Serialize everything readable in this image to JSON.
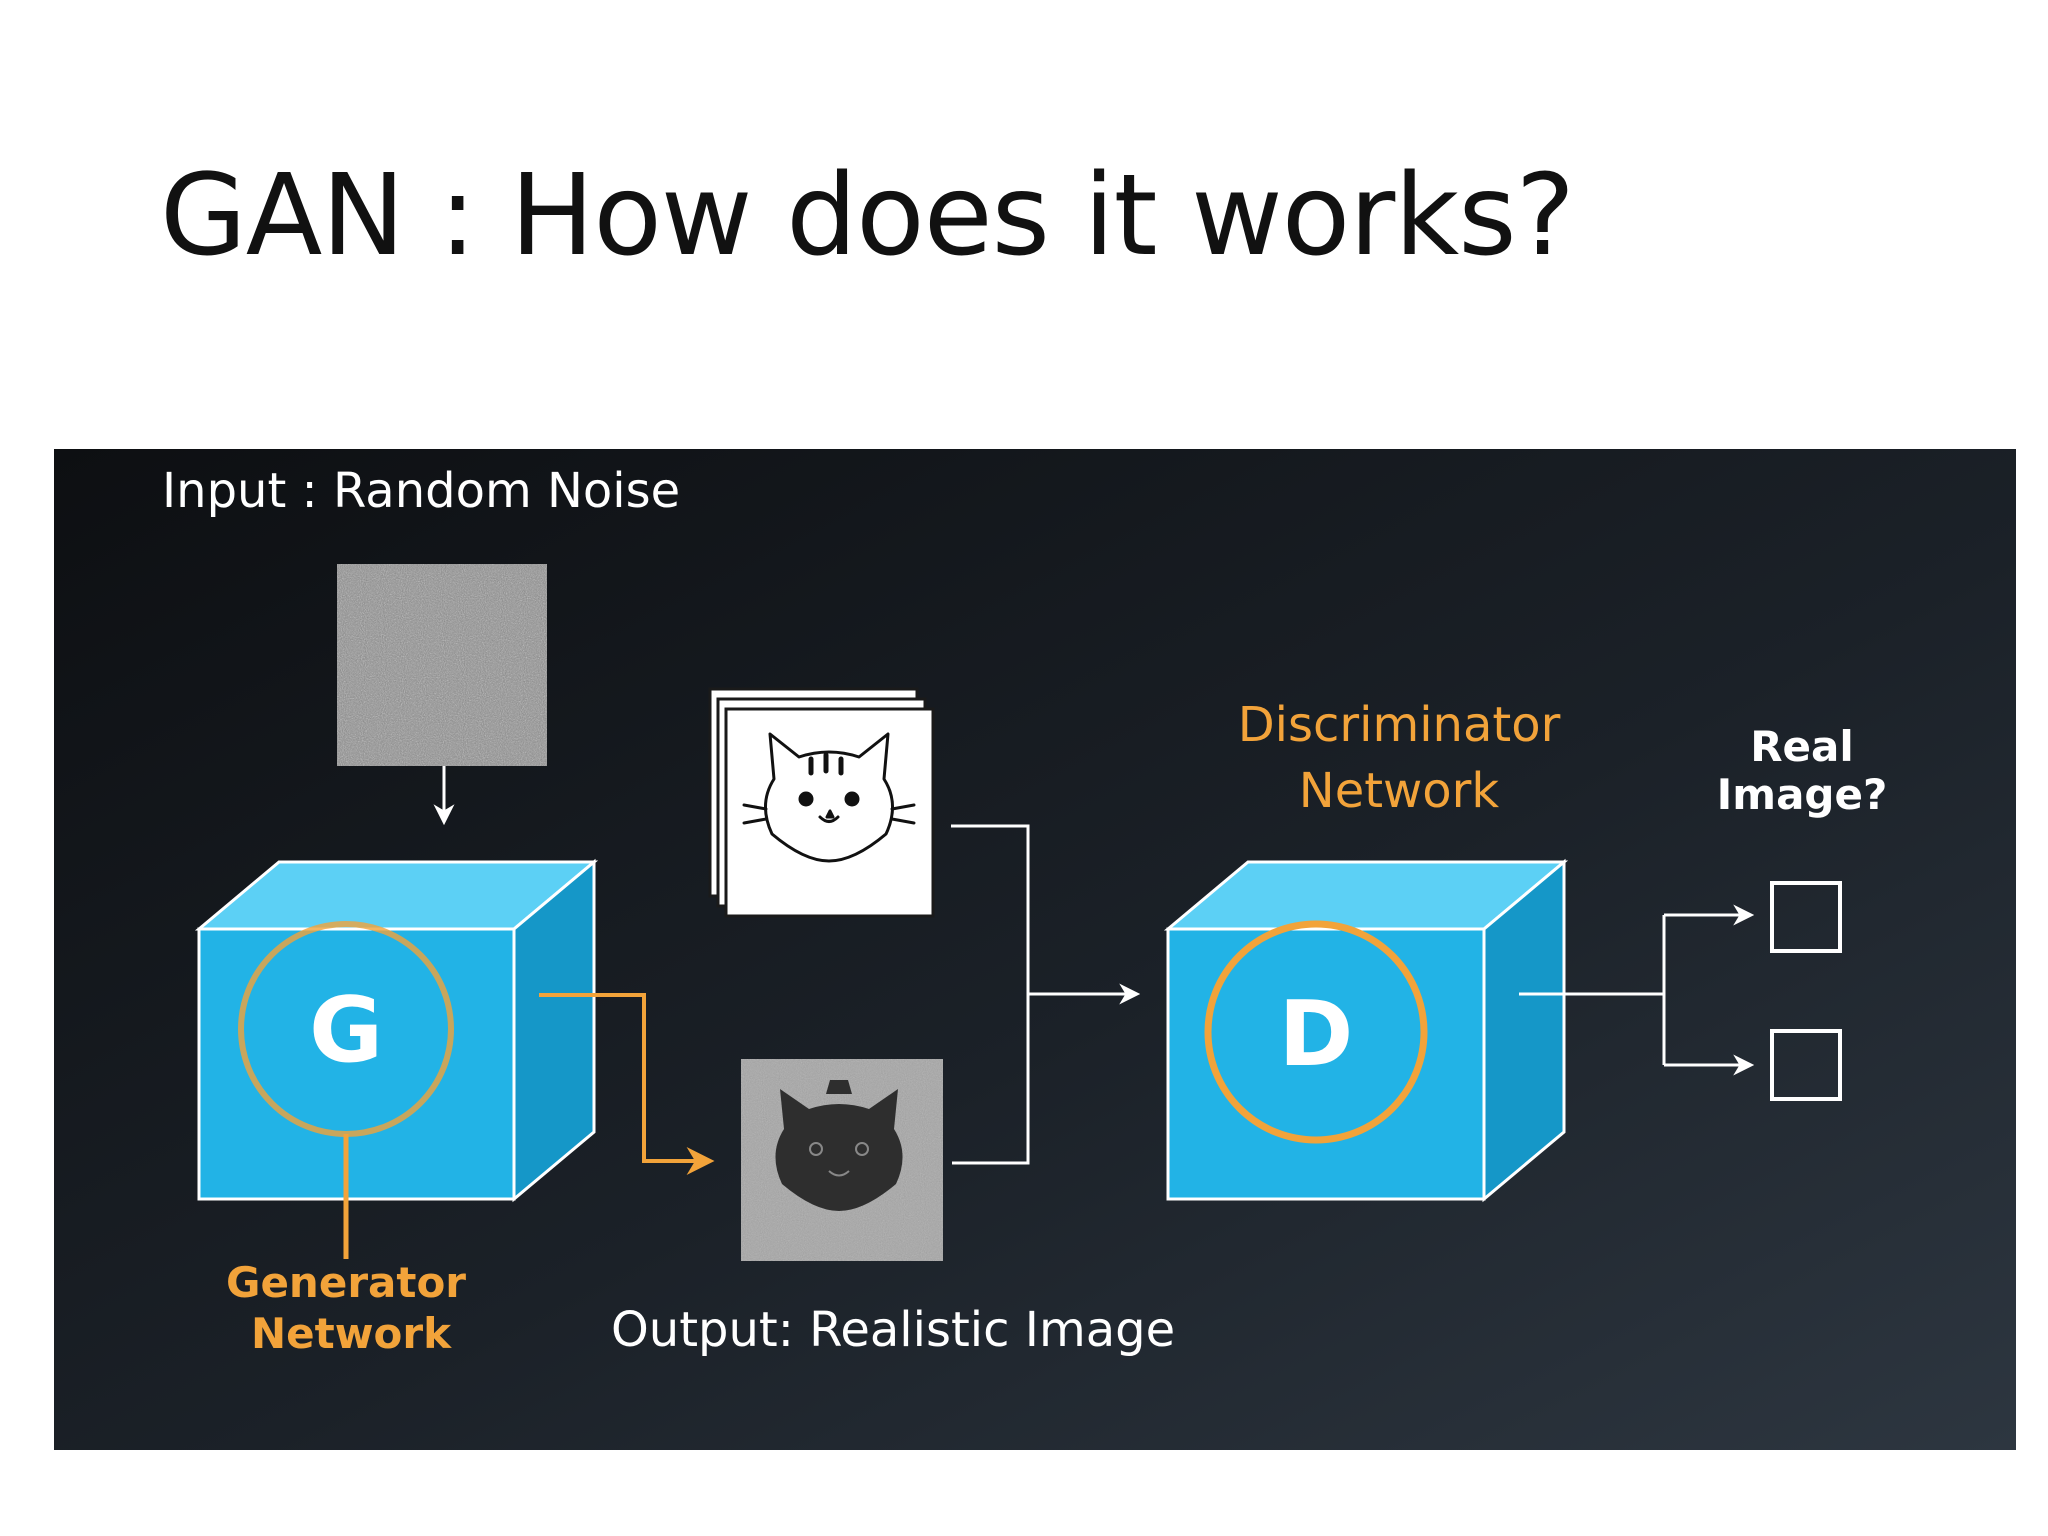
{
  "slide": {
    "title": "GAN : How does it works?"
  },
  "diagram": {
    "input_label": "Input : Random Noise",
    "output_label": "Output: Realistic Image",
    "generator": {
      "letter": "G",
      "label_line1": "Generator",
      "label_line2": "Network"
    },
    "discriminator": {
      "letter": "D",
      "label_line1": "Discriminator",
      "label_line2": "Network"
    },
    "decision": {
      "label_line1": "Real",
      "label_line2": "Image?"
    },
    "colors": {
      "background_top": "#0f1114",
      "background_bottom": "#2a323c",
      "box_front": "#22b3e6",
      "box_top": "#5cd0f5",
      "box_side": "#1597c8",
      "accent_orange": "#f2a33a",
      "line_white": "#ffffff",
      "noise_gray": "#8a8a8a"
    }
  }
}
